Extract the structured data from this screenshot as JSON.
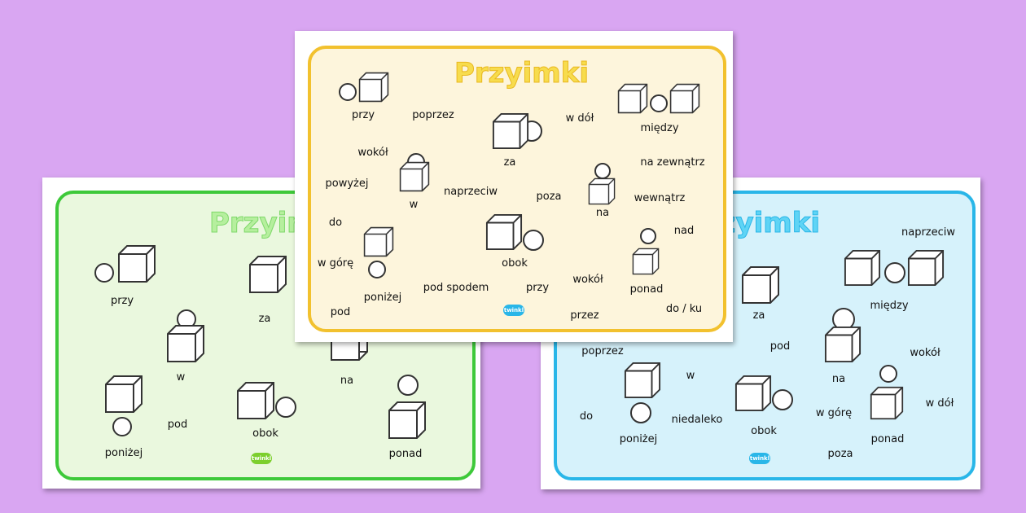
{
  "sheets": {
    "left": {
      "title": "Przyimki",
      "accent": "#3ec93a",
      "bg": "#eaf8de",
      "labels": [
        "przy",
        "za",
        "w",
        "na",
        "pod",
        "obok",
        "poniżej",
        "ponad"
      ]
    },
    "right": {
      "title": "Przyimki",
      "accent": "#29b6e8",
      "bg": "#d6f2fb",
      "labels": [
        "naprzeciw",
        "za",
        "między",
        "pod",
        "wokół",
        "poprzez",
        "w",
        "na",
        "do",
        "niedaleko",
        "obok",
        "w górę",
        "w dół",
        "poniżej",
        "ponad",
        "poza"
      ]
    },
    "center": {
      "title": "Przyimki",
      "accent": "#f2c12e",
      "bg": "#fdf5dc",
      "labels": [
        "przy",
        "poprzez",
        "w dół",
        "między",
        "za",
        "wokół",
        "na zewnątrz",
        "powyżej",
        "w",
        "naprzeciw",
        "poza",
        "na",
        "wewnątrz",
        "do",
        "nad",
        "w górę",
        "obok",
        "poniżej",
        "pod spodem",
        "przy",
        "wokół",
        "ponad",
        "pod",
        "przez",
        "do / ku"
      ]
    }
  },
  "logo_text": "twinkl",
  "background": "#d9a6f2"
}
